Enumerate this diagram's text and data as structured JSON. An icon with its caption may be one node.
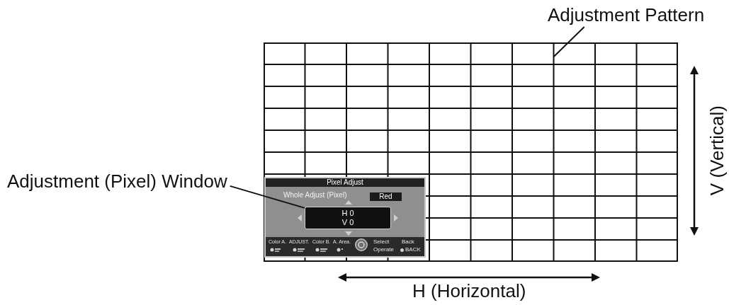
{
  "diagram": {
    "nodes": [
      {
        "text": [
          "Adjustment Pattern"
        ]
      },
      {
        "text": [],
        "shape": "grid"
      },
      {
        "text": [
          "Adjustment (Pixel) Window"
        ]
      },
      {
        "text": [
          "Pixel Adjust",
          "Whole Adjust (Pixel)"
        ],
        "in": 1
      },
      {
        "text": [
          "Red"
        ],
        "in": 3
      },
      {
        "text": [
          "H 0 V 0"
        ],
        "in": 3
      },
      {
        "text": [
          "Color A.",
          "ADJUST.",
          "Color B.",
          "A. Area.",
          "Select",
          "Back",
          "Operate",
          "BACK"
        ],
        "in": 3
      }
    ],
    "edges": [
      {
        "from": 0,
        "to": 1,
        "arrow": "none"
      },
      {
        "from": 2,
        "to": 5,
        "arrow": "none"
      }
    ],
    "labels": [
      "V (Vertical)",
      "H (Horizontal)"
    ]
  }
}
